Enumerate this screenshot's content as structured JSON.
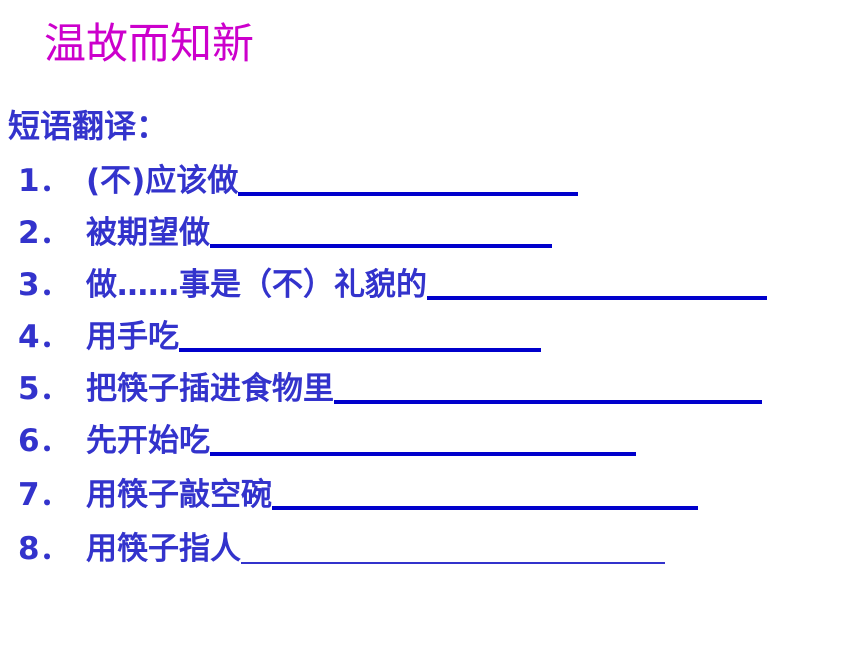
{
  "title": "温故而知新",
  "subtitle": "短语翻译：",
  "items": [
    {
      "number": "1．",
      "text": "(不)应该做"
    },
    {
      "number": "2．",
      "text": "被期望做"
    },
    {
      "number": "3．",
      "text": "做……事是（不）礼貌的"
    },
    {
      "number": "4．",
      "text": "用手吃"
    },
    {
      "number": "5．",
      "text": "把筷子插进食物里"
    },
    {
      "number": "6．",
      "text": "先开始吃"
    },
    {
      "number": "7．",
      "text": "用筷子敲空碗"
    },
    {
      "number": "8．",
      "text": "用筷子指人"
    }
  ],
  "colors": {
    "title": "#cc00cc",
    "text": "#3333cc",
    "blank_line": "#0000cc"
  }
}
